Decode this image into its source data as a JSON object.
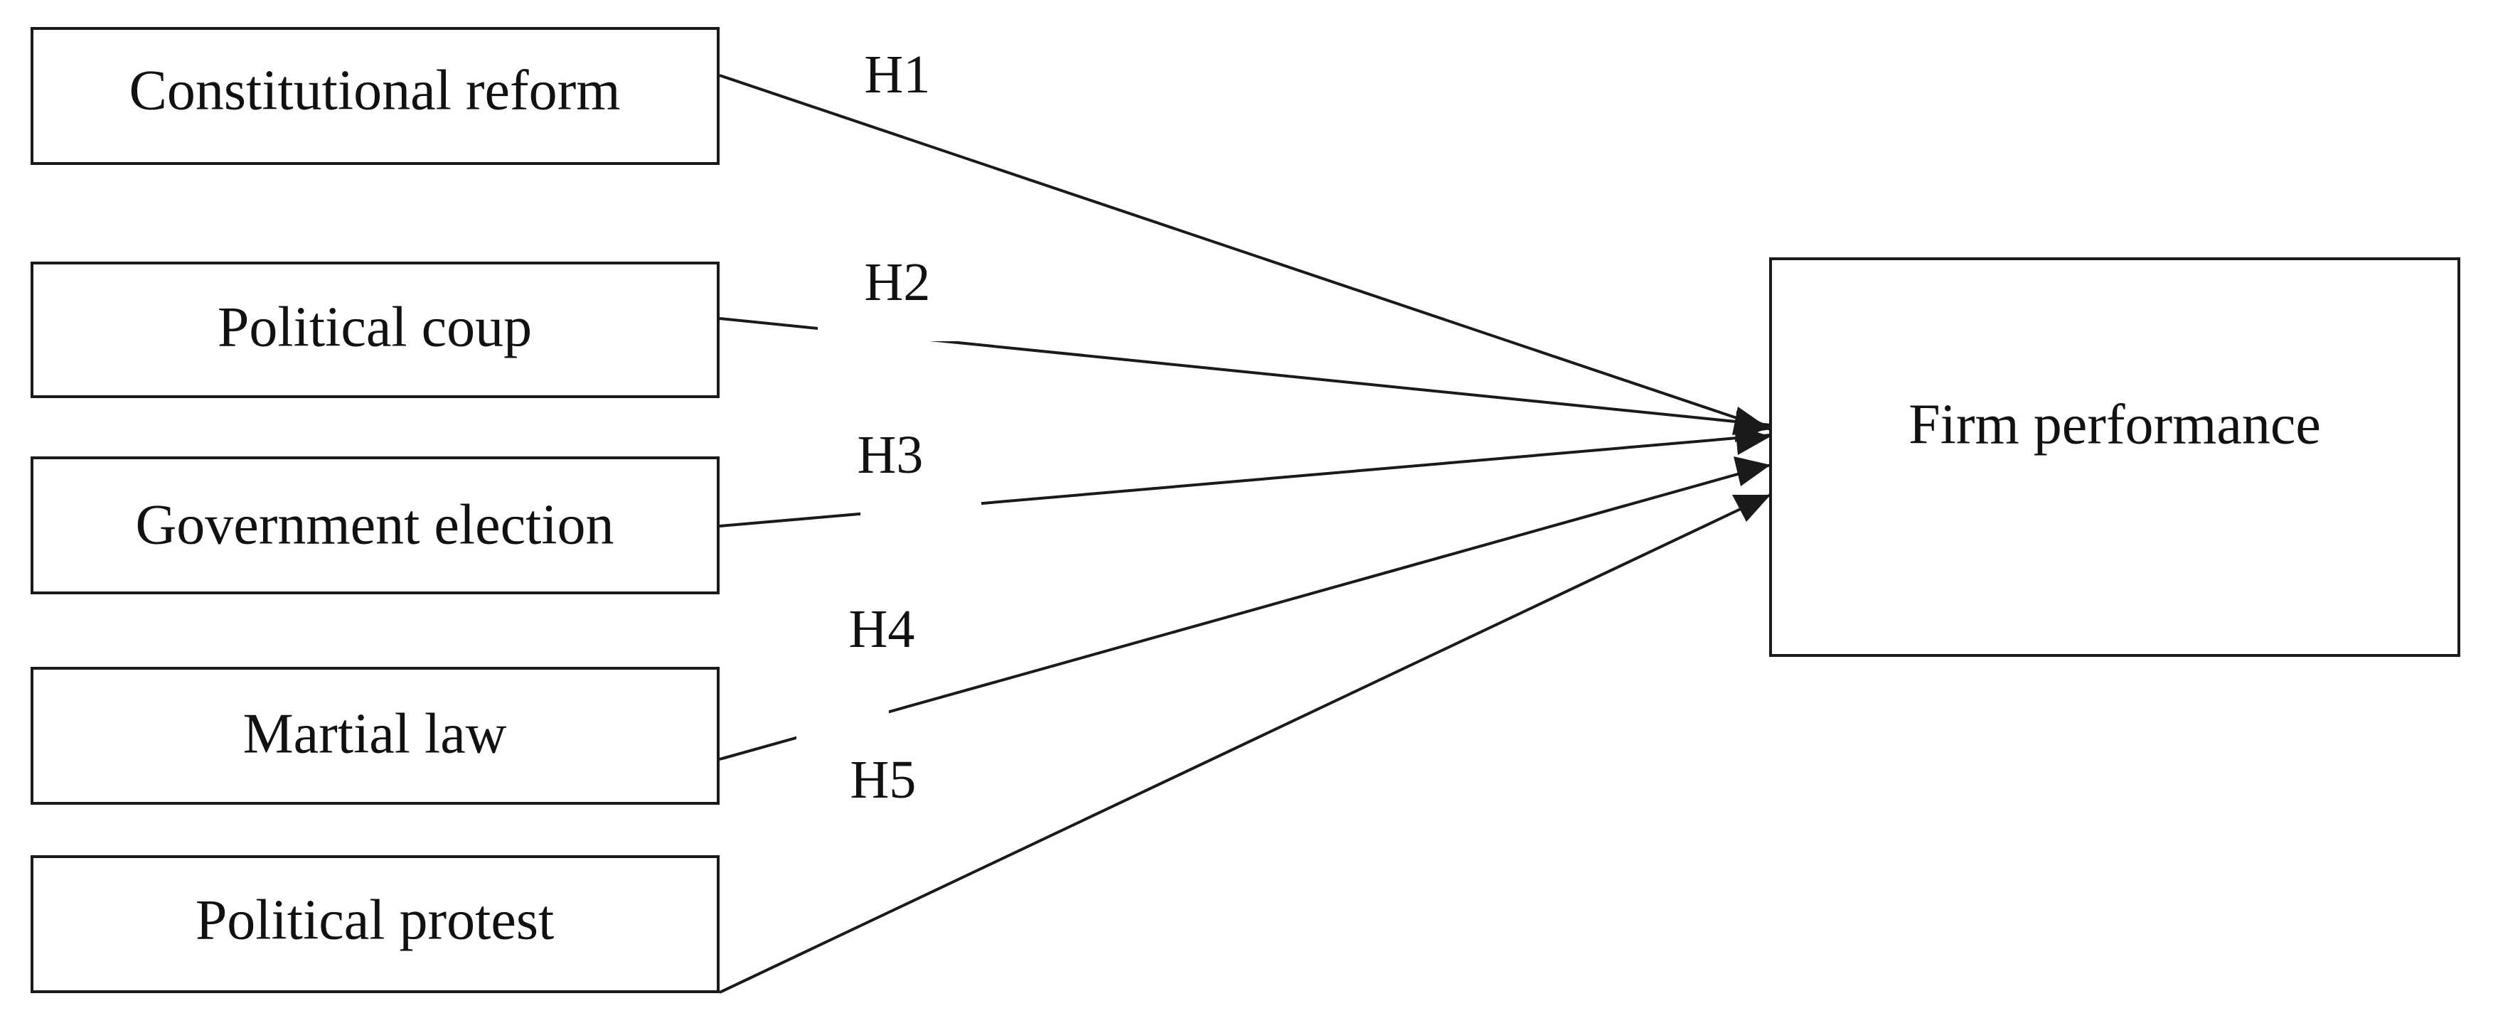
{
  "diagram": {
    "predictors": [
      {
        "id": "constitutional-reform",
        "label": "Constitutional reform"
      },
      {
        "id": "political-coup",
        "label": "Political coup"
      },
      {
        "id": "government-election",
        "label": "Government election"
      },
      {
        "id": "martial-law",
        "label": "Martial law"
      },
      {
        "id": "political-protest",
        "label": "Political protest"
      }
    ],
    "outcome": {
      "id": "firm-performance",
      "label": "Firm performance"
    },
    "hypotheses": [
      {
        "label": "H1",
        "from": "constitutional-reform",
        "to": "firm-performance"
      },
      {
        "label": "H2",
        "from": "political-coup",
        "to": "firm-performance"
      },
      {
        "label": "H3",
        "from": "government-election",
        "to": "firm-performance"
      },
      {
        "label": "H4",
        "from": "martial-law",
        "to": "firm-performance"
      },
      {
        "label": "H5",
        "from": "political-protest",
        "to": "firm-performance"
      }
    ],
    "colors": {
      "line": "#1a1a1a",
      "text": "#111111",
      "background": "#ffffff"
    }
  }
}
